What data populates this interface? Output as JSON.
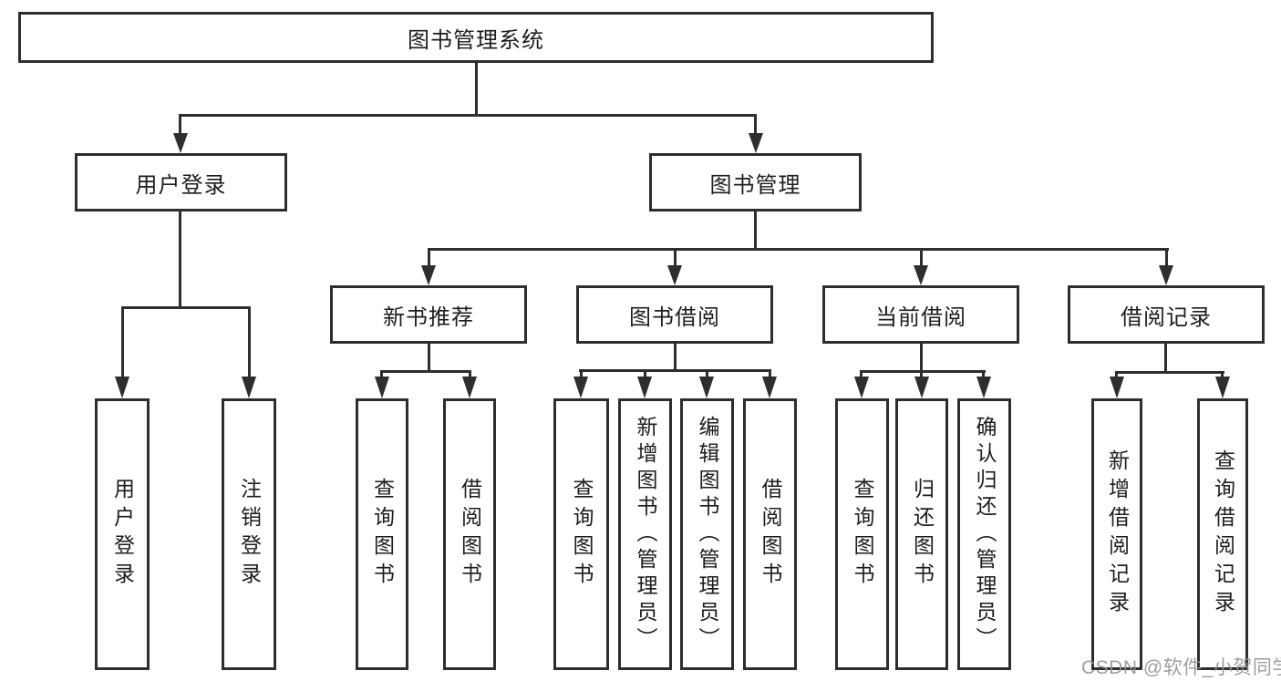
{
  "tree": {
    "label": "图书管理系统",
    "children": [
      {
        "label": "用户登录",
        "children": [
          {
            "label": "用户登录"
          },
          {
            "label": "注销登录"
          }
        ]
      },
      {
        "label": "图书管理",
        "children": [
          {
            "label": "新书推荐",
            "children": [
              {
                "label": "查询图书"
              },
              {
                "label": "借阅图书"
              }
            ]
          },
          {
            "label": "图书借阅",
            "children": [
              {
                "label": "查询图书"
              },
              {
                "label": "新增图书（管理员）"
              },
              {
                "label": "编辑图书（管理员）"
              },
              {
                "label": "借阅图书"
              }
            ]
          },
          {
            "label": "当前借阅",
            "children": [
              {
                "label": "查询图书"
              },
              {
                "label": "归还图书"
              },
              {
                "label": "确认归还（管理员）"
              }
            ]
          },
          {
            "label": "借阅记录",
            "children": [
              {
                "label": "新增借阅记录"
              },
              {
                "label": "查询借阅记录"
              }
            ]
          }
        ]
      }
    ]
  },
  "watermark": {
    "text": "CSDN @软件_小贺同学"
  },
  "colors": {
    "line": "#2e2e2e",
    "box_background": "#ffffff",
    "text": "#1d1d1d",
    "watermark": "#969696",
    "background": "#ffffff"
  }
}
